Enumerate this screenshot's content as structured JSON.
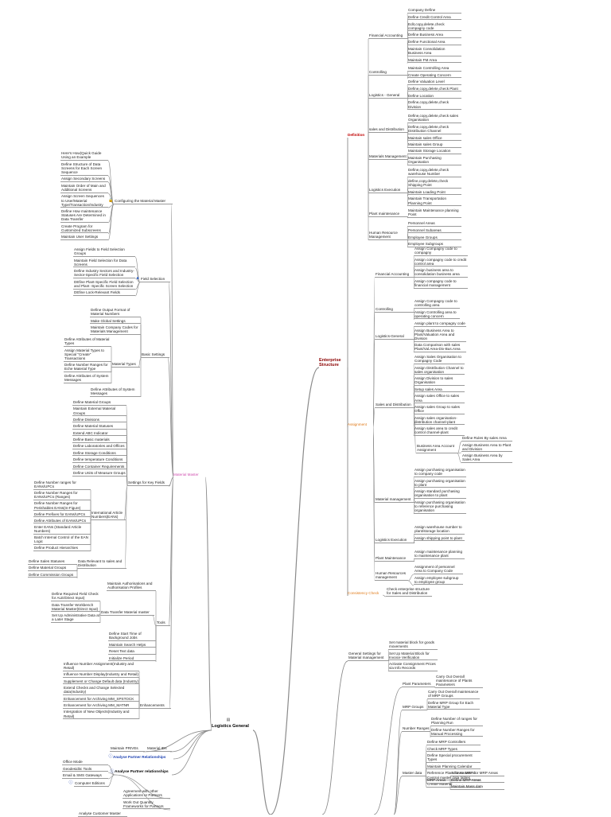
{
  "colors": {
    "line": "#8a8a8a",
    "definition": "#c00000",
    "assignment": "#e07b1a",
    "material_master": "#d050b0",
    "partner": "#1a3fb0"
  },
  "icons": {
    "material_master_config": "lock-icon",
    "field_selection": "folder-icon",
    "partner_relationships": "info-icon",
    "partner_relationships_analyse": "info-icon",
    "computer_editions": "info-icon",
    "logistics_general": "document-icon"
  },
  "right": {
    "enterprise_structure": "Enterprise Structure",
    "definition": "Definition",
    "assignment": "Assignment",
    "consistency_check": "Consistency Check",
    "consistency_items": [
      "Check enterprise structure for Sales and Distribution"
    ],
    "def_groups": [
      {
        "label": "Financial Accounting",
        "items": [
          "Company Define",
          "Define Credit Control Area",
          "Edit,copy,delete,check compagny code",
          "Define Business Area",
          "Define Functional Area",
          "Maintain Consolidation Business Area",
          "Maintain FM Area"
        ]
      },
      {
        "label": "Controlling",
        "items": [
          "Maintain Controlling Area",
          "Create Operating Concern"
        ]
      },
      {
        "label": "Logistics - General",
        "items": [
          "Define Valuation Level",
          "Define,copy,delete,check Plant",
          "Define Location",
          "Define,copy,delete,check Division"
        ]
      },
      {
        "label": "sales and Distribution",
        "items": [
          "Define,copy,delete,check sales Organisation",
          "Define,copy,delete,check Distribution Channel",
          "Maintain sales Office",
          "Maintain sales Group"
        ]
      },
      {
        "label": "Materials Management",
        "items": [
          "Maintain Storage Location",
          "Maintain Purchasing Organisation"
        ]
      },
      {
        "label": "Logistics Execution",
        "items": [
          "Define,copy,delete,check warehouse Number",
          "define,copy,delete,check Shipping Point",
          "Maintain Loading Point",
          "Maintain Transportation Planning Point"
        ]
      },
      {
        "label": "Plant maintenance",
        "items": [
          "Maintain Maintenance planning Point"
        ]
      },
      {
        "label": "Human Resource Management",
        "items": [
          "Personnel Areas",
          "Personnel Subareas",
          "Employee Groups",
          "Employee Subgroups"
        ]
      }
    ],
    "asg_groups": [
      {
        "label": "Financial Accounting",
        "items": [
          "Assign Compagny code to compagny",
          "Assign compagny code to credit control area",
          "Assign business area to consolidation business area",
          "Assign compagny code to financial management"
        ]
      },
      {
        "label": "Controlling",
        "items": [
          "Assign Compagny code to controlling area",
          "Assign Controlling area to operating concern"
        ]
      },
      {
        "label": "Logistics-General",
        "items": [
          "Assign plant to compagny code",
          "Assign Business Area to Plant/Valuation Area and Division",
          "Data Comparison with sales Plant/Val.Area-Div-Bus.Area"
        ]
      },
      {
        "label": "Sales and Distribution",
        "items": [
          "Assign Sales Organisation to Compagny Code",
          "Assign Distribution Channel to sales organisation",
          "Assign Division to sales Organisation",
          "Setup sales Area",
          "Assign sales Office to sales Area",
          "Assign sales Group to sales Office",
          "Assign sales organisation-distribution channel-plant",
          "Assign sales area to credit control channel-plant"
        ]
      },
      {
        "label": "Material management",
        "items": [
          "Assign purchasing organisation to company code",
          "Assign purchasing organisation to plant",
          "Assign standard purchasing organisation to plant",
          "Assign purchasing organisation to reference purchasing organisation"
        ]
      },
      {
        "label": "Logistics Execution",
        "items": [
          "Assign warehouse number to plant/storage location",
          "Assign shipping point to plant"
        ]
      },
      {
        "label": "Plant Maintenance",
        "items": [
          "Assign maintenance planning to maintenance plant"
        ]
      },
      {
        "label": "Human Resources management",
        "items": [
          "Assignment of personnel Area to Company Code",
          "Assign employee subgroup to employee group"
        ]
      }
    ],
    "business_area_assignment": {
      "label": "Business Area Account Assignment",
      "items": [
        "Define Rules By sales Area",
        "Assign Business Area to Plant and Division",
        "Assign Business Area by Sales Area"
      ]
    },
    "general_settings": {
      "label": "General Settings for Material management",
      "items": [
        "Set material block for goods movements",
        "Set Up Material Block for Invoice Verification",
        "Activate Consignment Prices via Info Records"
      ]
    },
    "plant_parameters": {
      "label": "Plant Parameters",
      "items": [
        "Carry Out Overall maintenance of Plants Parameters"
      ]
    },
    "mrp_groups": {
      "label": "MRP Groups",
      "items": [
        "Carry Out Overall maintenance of MRP Groups",
        "Define MRP Group for Each Material Type"
      ]
    },
    "number_ranges": {
      "label": "Number Ranges",
      "items": [
        "Define Number of ranges for Planning Run",
        "Define Number Ranges for Manual Processing"
      ]
    },
    "master_data": {
      "label": "Master data",
      "items": [
        "Define MRP Controllers",
        "Check MRP Types",
        "Define Special procurement Types",
        "Maintain Planning Calendar",
        "Reference Plant for Access to Central master data tables",
        "Create Material"
      ]
    },
    "mrp_areas": {
      "label": "MRP Areas",
      "items": [
        "Activate MRP for MRP Areas",
        "Define MRP Areas",
        "Maintain Mass data"
      ]
    }
  },
  "left": {
    "logistics_general": "Logistics General",
    "material_master": "Material Master",
    "configuring": "Configuring the Material Master",
    "configuring_items": [
      "Here's How(Quick Guide Using an Example",
      "Define Structure of Data Screens for Each Screen Sequence",
      "Assign Secondary Screens",
      "Maintain Order of Main and Additional Screens",
      "Assign Screen Sequences to User/Material Type/Transaction/Industry",
      "Define How maintenance Statuses Are Determined in Data Transfer",
      "Create Program for Customized Subscreens",
      "Maintain User Settings"
    ],
    "field_selection": "Field Selection",
    "field_selection_items": [
      "Assign Fields to Field Selection Groups",
      "Maintain Field Selection for Data Screens",
      "Define Industry Sectors and Industry-Sector-Specific Field Selection",
      "DEfine Plant-Specific Field Selection and Plant -Specific Screen Selection",
      "DEfine Lock-Relevant Fields"
    ],
    "basic_settings": "Basic Settings",
    "basic_settings_items": [
      "Define Output Format of Material Numbers",
      "Make Global Settings",
      "Maintain Company Codes for Materials Management"
    ],
    "material_types": "Material Types",
    "material_types_items": [
      "Define Attributes of Material Types",
      "Assign Material Types to Special \"Create\" Transactions",
      "Define Number Ranges for Eche Material Type",
      "Define Attributes of System Messages"
    ],
    "basic_settings_tail": [
      "Define Attributes of System Messages"
    ],
    "settings_key_fields": "Settings for Key Fields",
    "key_fields_items": [
      "Define Material Groups",
      "Maintain External Material Groups",
      "Define Divisions",
      "Define Material Statuses",
      "Extend ABC Indicator",
      "Define Basic materials",
      "Define Laboratories and Offices",
      "Define Storage Conditions",
      "Define temperature Conditions",
      "Define Container Requirements",
      "Define Units of Measure Groups"
    ],
    "international_article": "International Article Numbers(EANs)",
    "international_items": [
      "Define Number ranges for EANs/UPCs",
      "Define Number Ranges for EANs/UPCs (Ranges)",
      "Define Number Ranges for Perishables EANs(In-Figure)",
      "Define Prefixes for EANs/UPCs",
      "Define Attributes of EANs/UPCs",
      "Enter EANs (Standard Article Numbers)",
      "Batch Internal Control of the EAN Logic",
      "Define Product Hierarchies"
    ],
    "data_relevant": "Data Relevant to sales and Distribution",
    "data_relevant_items": [
      "Define Sales Statuses",
      "Define Material Groups",
      "Define Commission Groups"
    ],
    "tools": "Tools",
    "tools_items": [
      "Maintain Authorisations and Authorisation Profiles"
    ],
    "data_transfer": "Data Transfer Material master",
    "data_transfer_items": [
      "Define Required Field Check for ALE/Direct Input)",
      "Data Transfer Workbench Material Master(Direct Input)",
      "Set Up Administrative Data at a Later Stage"
    ],
    "tools_tail": [
      "Define Start Time of Background Jobs",
      "Maintain Search Helps",
      "Reset Text data",
      "Initialize Period"
    ],
    "enhancements": "Enhancements",
    "enhancements_items": [
      "Influence Number Assignment(Industry and Retail)",
      "Influence Number Display(Industry and Retail)",
      "Supplement or Change Default data (Industry)",
      "Extend Checks and Change Selected data(Industry)",
      "Enhancement for Archiving MM_SPSTOCK",
      "Enhancement for Archiving MM_MATNR",
      "Intergration of New Objects(Industry and Retail)"
    ],
    "maintain_prices": "Maintain PRIVEs",
    "material_ids": "Material IDs",
    "partner_relationships": "Analyse Partner Relationships",
    "partner_relationships_analyse": "Analyse Partner relationships",
    "partner_items": [
      "Office Mode",
      "Geodesiditc Tools",
      "Email & SMS Gateways"
    ],
    "computer_editions": "Computer Editions",
    "bottom_items": [
      "Agreement with other Applications or Partners",
      "Work Out Quantity Frameworks for Partners"
    ],
    "bottom_cut": "Analyse Customer Master"
  }
}
